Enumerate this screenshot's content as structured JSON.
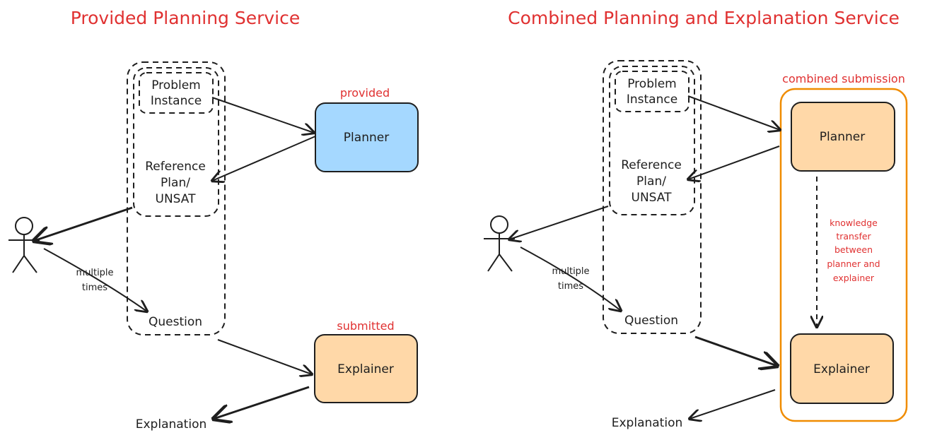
{
  "left": {
    "title": "Provided Planning Service",
    "problem_instance": [
      "Problem",
      "Instance"
    ],
    "reference": [
      "Reference",
      "Plan/",
      "UNSAT"
    ],
    "question": "Question",
    "multiple_times": [
      "multiple",
      "times"
    ],
    "planner": {
      "label": "Planner",
      "tag": "provided",
      "color": "#a5d8ff"
    },
    "explainer": {
      "label": "Explainer",
      "tag": "submitted",
      "color": "#ffd8a8"
    },
    "explanation": "Explanation"
  },
  "right": {
    "title": "Combined Planning and Explanation Service",
    "problem_instance": [
      "Problem",
      "Instance"
    ],
    "reference": [
      "Reference",
      "Plan/",
      "UNSAT"
    ],
    "question": "Question",
    "multiple_times": [
      "multiple",
      "times"
    ],
    "planner": {
      "label": "Planner",
      "color": "#ffd8a8"
    },
    "explainer": {
      "label": "Explainer",
      "color": "#ffd8a8"
    },
    "group_tag": "combined submission",
    "group_color": "#f08c00",
    "knowledge": [
      "knowledge",
      "transfer",
      "between",
      "planner and",
      "explainer"
    ],
    "explanation": "Explanation"
  },
  "colors": {
    "accent_red": "#e03131",
    "stroke": "#1e1e1e"
  }
}
